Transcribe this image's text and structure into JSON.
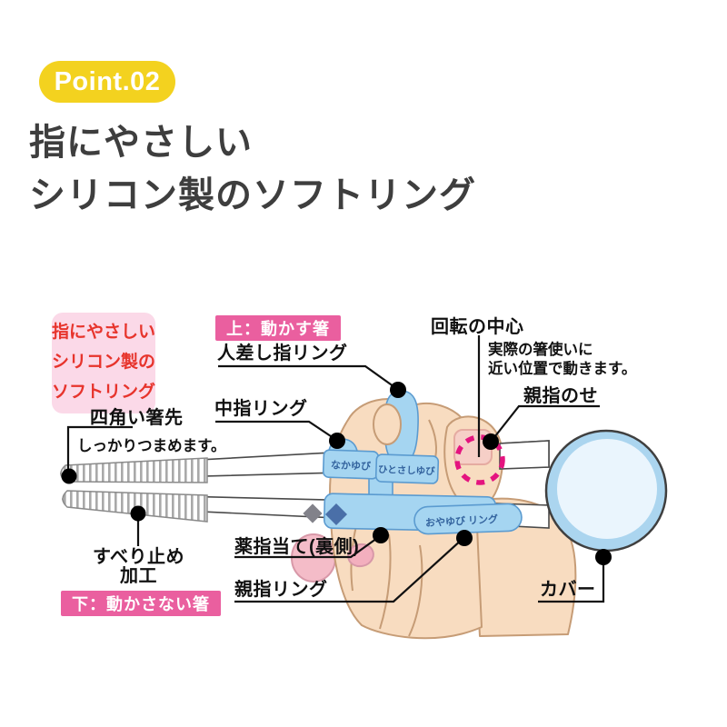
{
  "badge": {
    "label": "Point.02"
  },
  "heading": {
    "line1": "指にやさしい",
    "line2": "シリコン製のソフトリング"
  },
  "diagram": {
    "callout_box": {
      "line1": "指にやさしい",
      "line2": "シリコン製の",
      "line3": "ソフトリング"
    },
    "labels": {
      "top_chopstick": "上：動かす箸",
      "index_ring": "人差し指リング",
      "middle_ring": "中指リング",
      "rotation_center": "回転の中心",
      "rotation_note_line1": "実際の箸使いに",
      "rotation_note_line2": "近い位置で動きます。",
      "thumb_rest": "親指のせ",
      "square_tip": "四角い箸先",
      "square_tip_note": "しっかりつまめます。",
      "grip_line1": "すべり止め",
      "grip_line2": "加工",
      "bottom_chopstick": "下：動かさない箸",
      "ring_finger_pad": "薬指当て(裏側)",
      "thumb_ring": "親指リング",
      "cover": "カバー"
    },
    "ring_texts": {
      "middle_finger": "なかゆび",
      "index_finger": "ひとさしゆび",
      "thumb": "おやゆび リング"
    }
  },
  "colors": {
    "badge_yellow": "#f3d21f",
    "heading_gray": "#3e3e3e",
    "callout_pink_bg": "#fbd9e8",
    "callout_red": "#e7342c",
    "label_magenta_bg": "#ea5f9f",
    "ring_blue": "#a5d5f1",
    "ring_blue_border": "#5b9bd0",
    "ring_text_blue": "#33639e",
    "hand_skin": "#f8dcc0",
    "hand_outline": "#c69c76",
    "dashed_circle_magenta": "#e4147f",
    "cover_rim_blue": "#abd5ef",
    "cover_inner_blue": "#eaf5fd"
  }
}
